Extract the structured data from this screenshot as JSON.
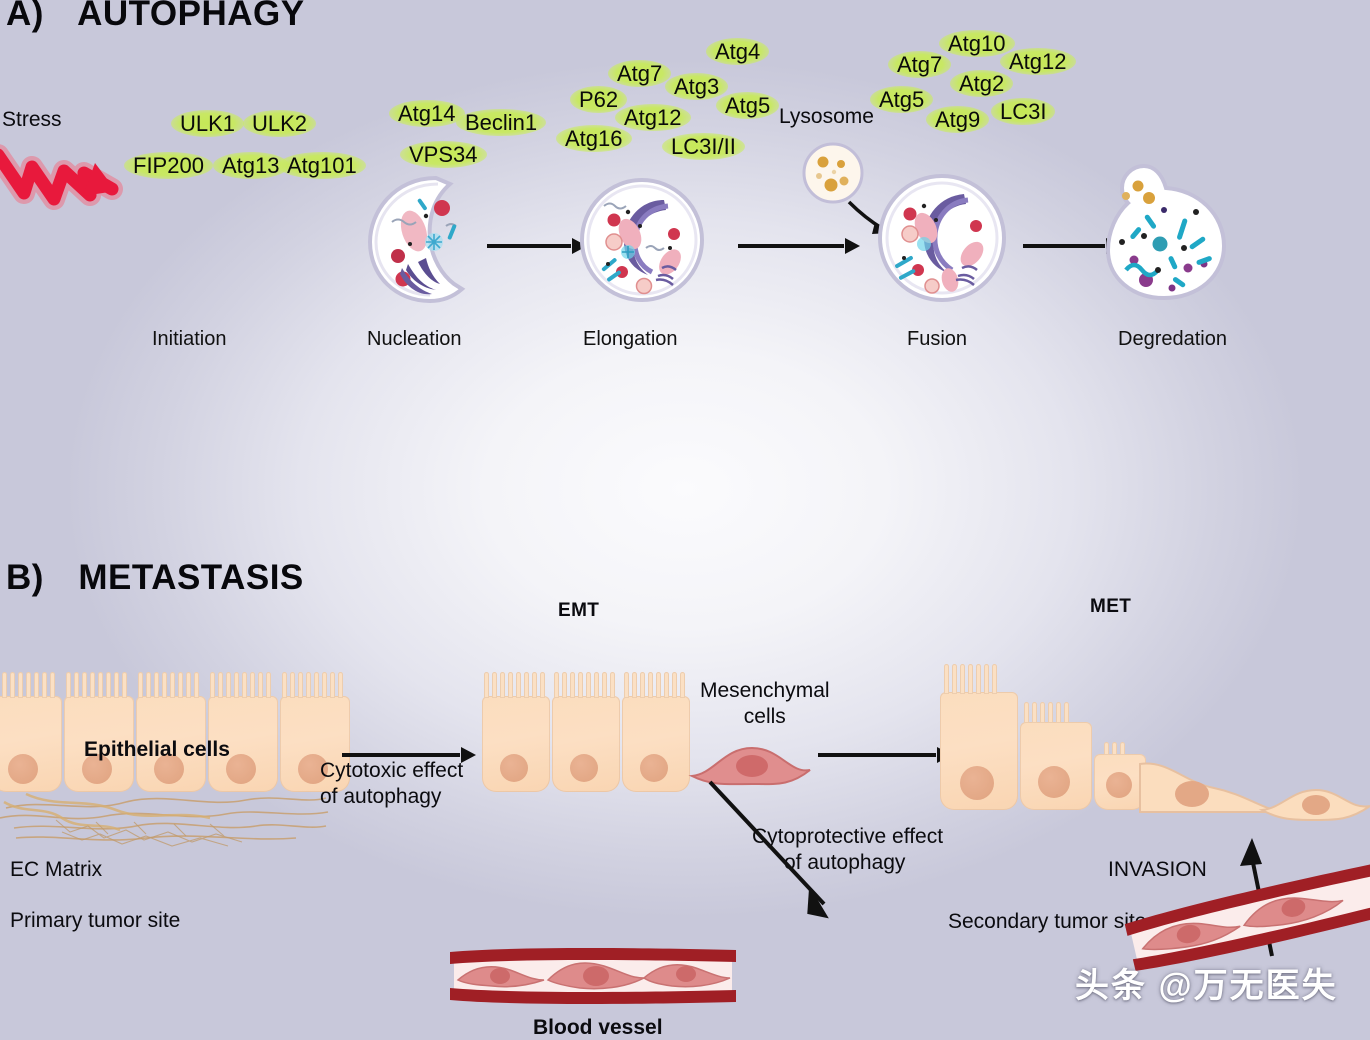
{
  "figure": {
    "panels": [
      {
        "id": "A",
        "marker": "A)",
        "title": "AUTOPHAGY"
      },
      {
        "id": "B",
        "marker": "B)",
        "title": "METASTASIS"
      }
    ]
  },
  "panelA": {
    "marker": "A)",
    "title": "AUTOPHAGY",
    "stress_label": "Stress",
    "lysosome_label": "Lysosome",
    "stage_labels": [
      "Initiation",
      "Nucleation",
      "Elongation",
      "Fusion",
      "Degredation"
    ],
    "protein_groups": [
      {
        "stage": "initiation",
        "proteins": [
          "ULK1",
          "ULK2",
          "FIP200",
          "Atg13",
          "Atg101"
        ]
      },
      {
        "stage": "nucleation",
        "proteins": [
          "Atg14",
          "Beclin1",
          "VPS34"
        ]
      },
      {
        "stage": "elongation",
        "proteins": [
          "Atg4",
          "Atg7",
          "Atg3",
          "P62",
          "Atg12",
          "Atg5",
          "Atg16",
          "LC3I/II"
        ]
      },
      {
        "stage": "fusion",
        "proteins": [
          "Atg10",
          "Atg7",
          "Atg12",
          "Atg2",
          "Atg5",
          "Atg9",
          "LC3I"
        ]
      }
    ]
  },
  "panelB": {
    "marker": "B)",
    "title": "METASTASIS",
    "transition_labels": {
      "emt": "EMT",
      "met": "MET"
    },
    "labels": {
      "epithelial_cells": "Epithelial cells",
      "ec_matrix": "EC Matrix",
      "primary_tumor_site": "Primary tumor site",
      "cytotoxic": "Cytotoxic effect\nof autophagy",
      "cytotoxic_line1": "Cytotoxic effect",
      "cytotoxic_line2": "of autophagy",
      "cytoprotective_line1": "Cytoprotective effect",
      "cytoprotective_line2": "of autophagy",
      "mesenchymal_line1": "Mesenchymal",
      "mesenchymal_line2": "cells",
      "blood_vessel": "Blood vessel",
      "invasion": "INVASION",
      "secondary_tumor_site": "Secondary tumor site"
    }
  },
  "watermark": {
    "text": "头条 @万无医失"
  },
  "colors": {
    "background_center": "#fbfbfd",
    "background_edge": "#c8c8da",
    "protein_highlight": "#c6e954",
    "stress_arrow": "#e8193c",
    "epithelial_cell": "#fbddbe",
    "epithelial_nucleus": "#e3a886",
    "mesenchymal_cell": "#e08e8e",
    "blood_vessel_wall": "#a01f25",
    "text": "#0b0b0f"
  }
}
